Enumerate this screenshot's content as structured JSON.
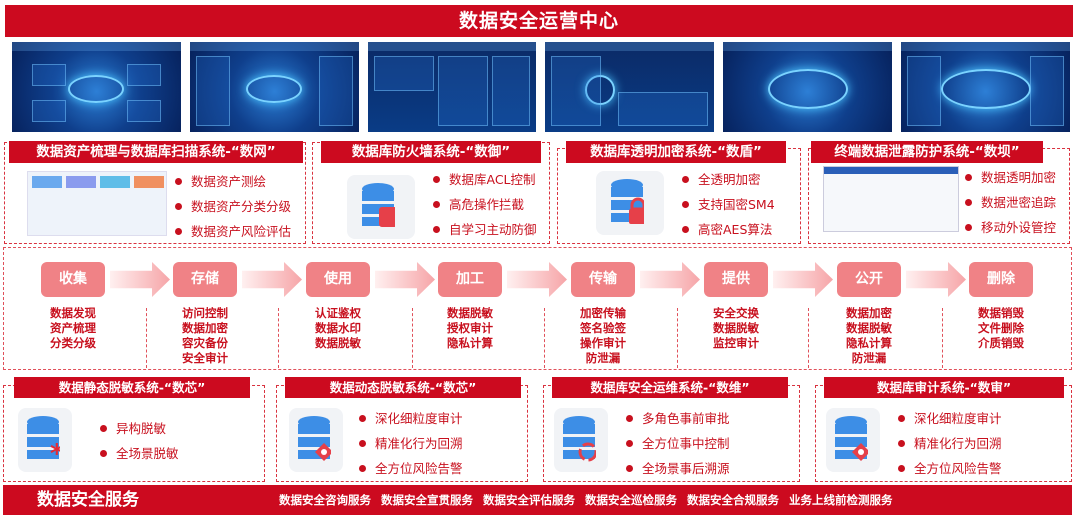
{
  "title": "数据安全运营中心",
  "row1": [
    {
      "header": "数据资产梳理与数据库扫描系统-“数网”",
      "bullets": [
        "数据资产测绘",
        "数据资产分类分级",
        "数据资产风险评估"
      ]
    },
    {
      "header": "数据库防火墙系统-“数御”",
      "bullets": [
        "数据库ACL控制",
        "高危操作拦截",
        "自学习主动防御"
      ]
    },
    {
      "header": "数据库透明加密系统-“数盾”",
      "bullets": [
        "全透明加密",
        "支持国密SM4",
        "高密AES算法"
      ]
    },
    {
      "header": "终端数据泄露防护系统-“数坝”",
      "bullets": [
        "数据透明加密",
        "数据泄密追踪",
        "移动外设管控"
      ]
    }
  ],
  "lifecycle": [
    {
      "stage": "收集",
      "items": [
        "数据发现",
        "资产梳理",
        "分类分级"
      ]
    },
    {
      "stage": "存储",
      "items": [
        "访问控制",
        "数据加密",
        "容灾备份",
        "安全审计"
      ]
    },
    {
      "stage": "使用",
      "items": [
        "认证鉴权",
        "数据水印",
        "数据脱敏"
      ]
    },
    {
      "stage": "加工",
      "items": [
        "数据脱敏",
        "授权审计",
        "隐私计算"
      ]
    },
    {
      "stage": "传输",
      "items": [
        "加密传输",
        "签名验签",
        "操作审计",
        "防泄漏"
      ]
    },
    {
      "stage": "提供",
      "items": [
        "安全交换",
        "数据脱敏",
        "监控审计"
      ]
    },
    {
      "stage": "公开",
      "items": [
        "数据加密",
        "数据脱敏",
        "隐私计算",
        "防泄漏"
      ]
    },
    {
      "stage": "删除",
      "items": [
        "数据销毁",
        "文件删除",
        "介质销毁"
      ]
    }
  ],
  "row3": [
    {
      "header": "数据静态脱敏系统-“数芯”",
      "bullets": [
        "异构脱敏",
        "全场景脱敏"
      ]
    },
    {
      "header": "数据动态脱敏系统-“数芯”",
      "bullets": [
        "深化细粒度审计",
        "精准化行为回溯",
        "全方位风险告警"
      ]
    },
    {
      "header": "数据库安全运维系统-“数维”",
      "bullets": [
        "多角色事前审批",
        "全方位事中控制",
        "全场景事后溯源"
      ]
    },
    {
      "header": "数据库审计系统-“数审”",
      "bullets": [
        "深化细粒度审计",
        "精准化行为回溯",
        "全方位风险告警"
      ]
    }
  ],
  "services": {
    "title": "数据安全服务",
    "items": [
      "数据安全咨询服务",
      "数据安全宣贯服务",
      "数据安全评估服务",
      "数据安全巡检服务",
      "数据安全合规服务",
      "业务上线前检测服务"
    ]
  },
  "colors": {
    "brand": "#cc0a1f",
    "pill": "#f08286"
  }
}
